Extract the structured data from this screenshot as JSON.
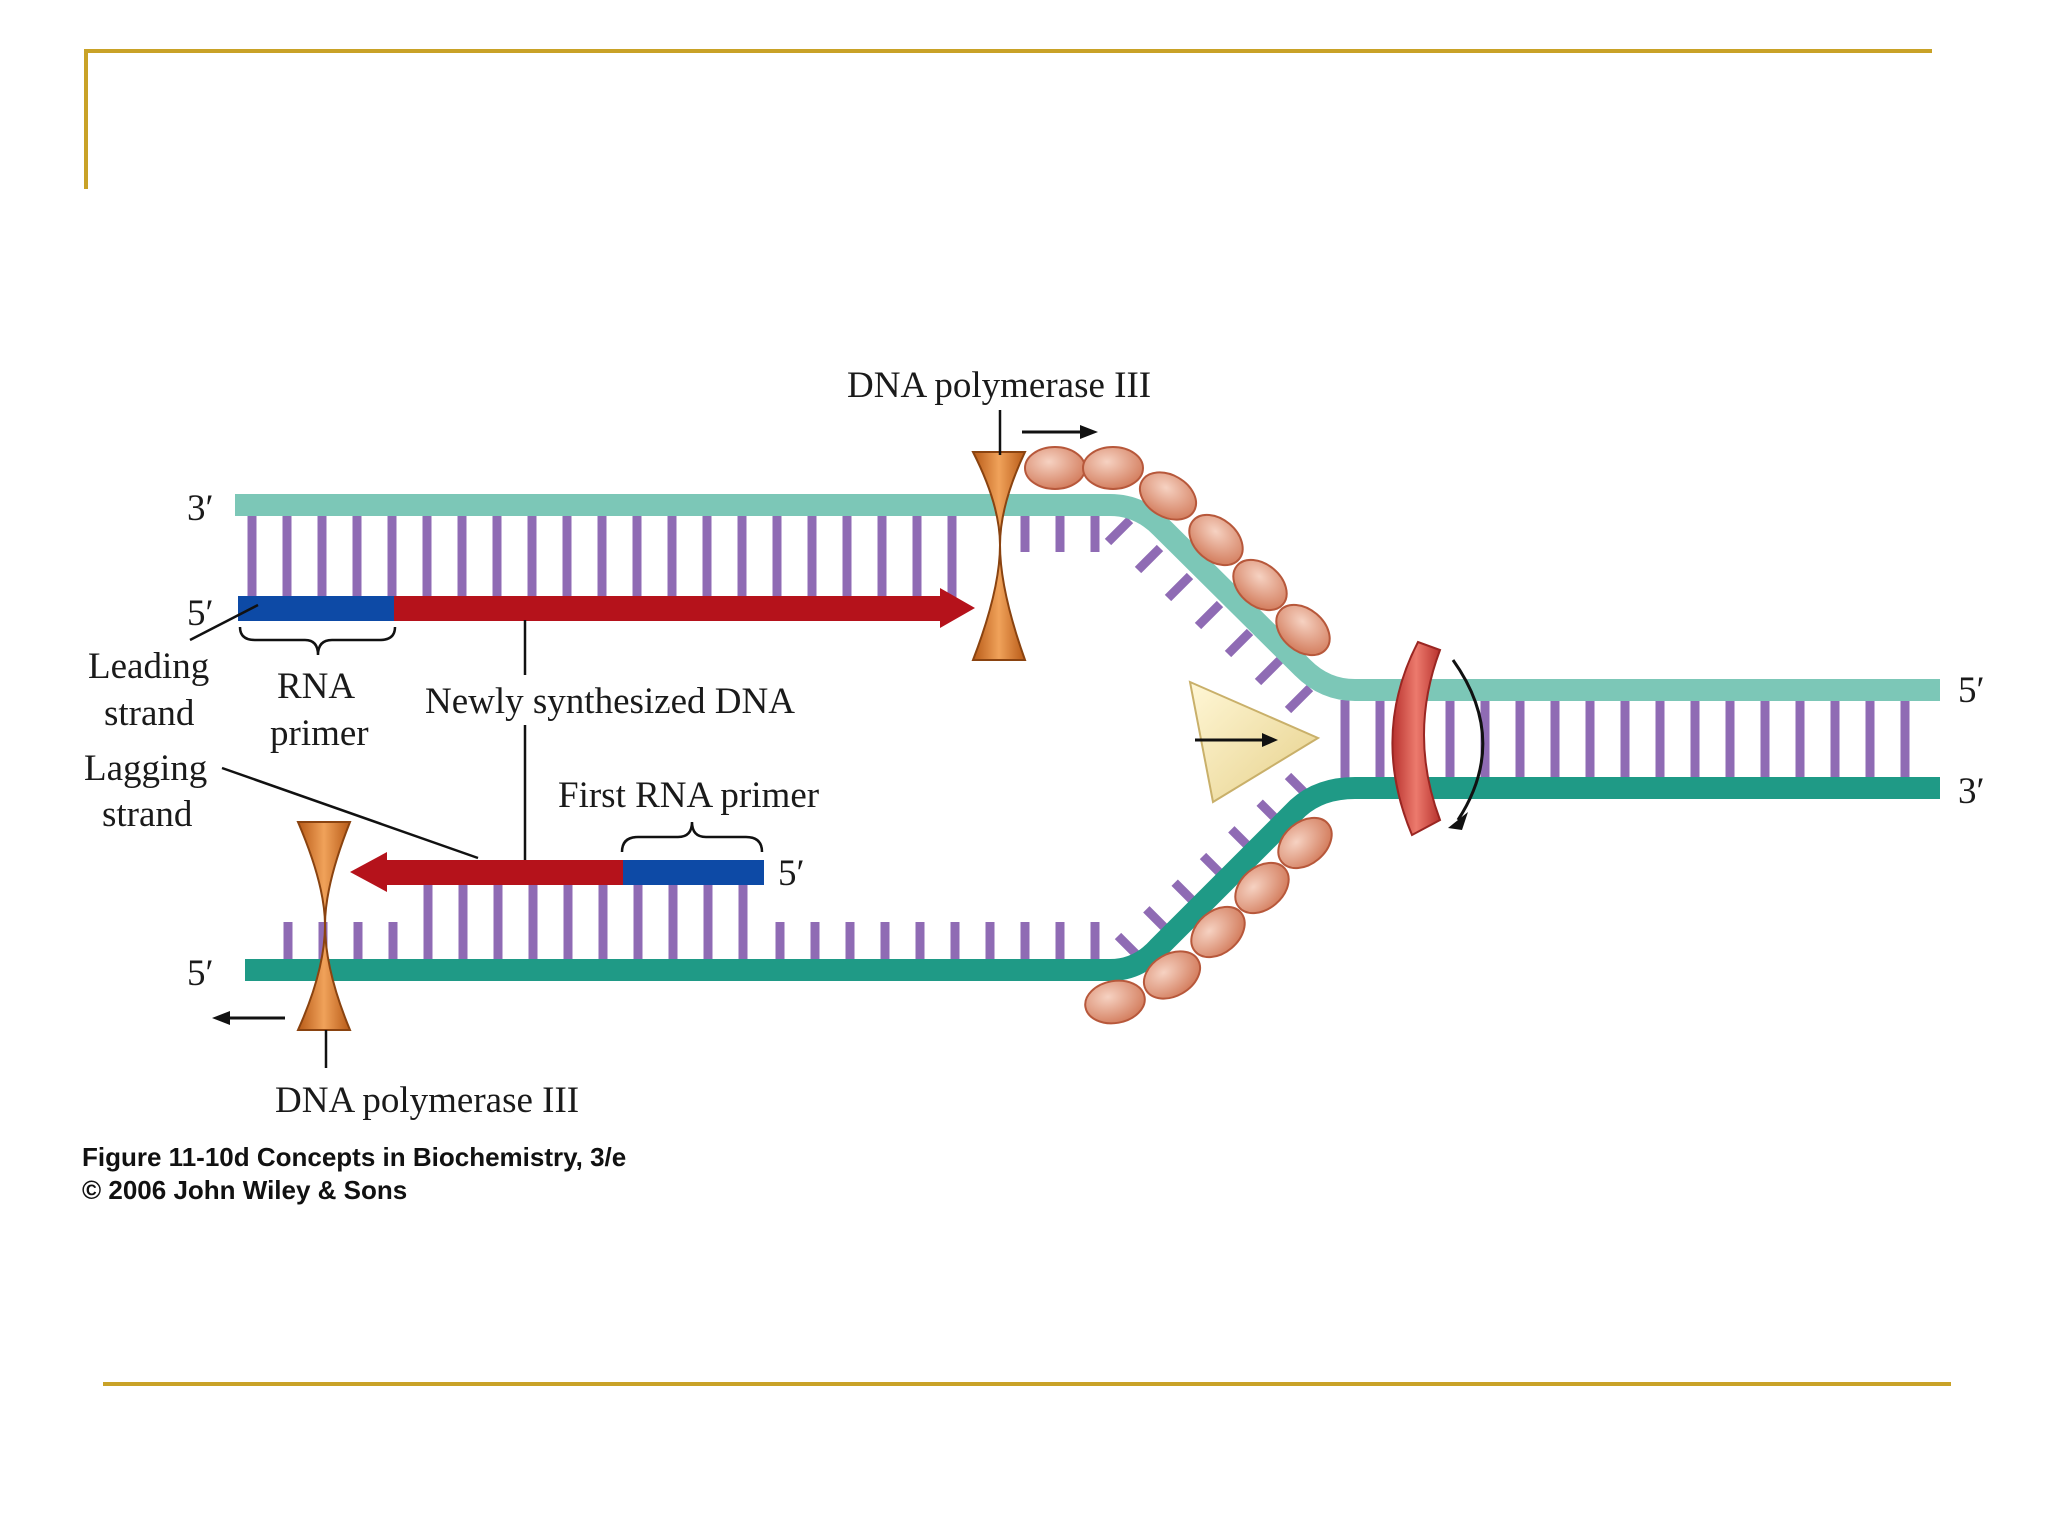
{
  "labels": {
    "pol3_top": "DNA polymerase III",
    "pol3_bottom": "DNA polymerase III",
    "end_top_left": "3′",
    "end_leading_left": "5′",
    "end_right_top": "5′",
    "end_right_bottom": "3′",
    "end_bottom_left": "5′",
    "end_primer_right": "5′",
    "leading_strand_line1": "Leading",
    "leading_strand_line2": "strand",
    "rna_primer_line1": "RNA",
    "rna_primer_line2": "primer",
    "newly_synthesized": "Newly synthesized DNA",
    "lagging_strand_line1": "Lagging",
    "lagging_strand_line2": "strand",
    "first_rna_primer": "First RNA primer"
  },
  "caption": {
    "line1": "Figure 11-10d  Concepts in Biochemistry, 3/e",
    "line2": "© 2006 John Wiley & Sons"
  },
  "colors": {
    "parental_top": "#7cc7b7",
    "parental_bottom": "#1f9a86",
    "base": "#8f6bb4",
    "new_dna": "#b5121b",
    "rna_primer": "#0d4aa6",
    "polymerase": "#d97b2a",
    "ssb": "#e39b7e",
    "helicase": "#dc4a45",
    "primase": "#f3e6a8",
    "accent_line": "#c9a227"
  },
  "icons": {
    "polymerase": "hourglass-clamp-icon",
    "ssb": "ssb-protein-oval-icon",
    "helicase": "helicase-ring-icon",
    "primase": "primase-triangle-icon"
  }
}
